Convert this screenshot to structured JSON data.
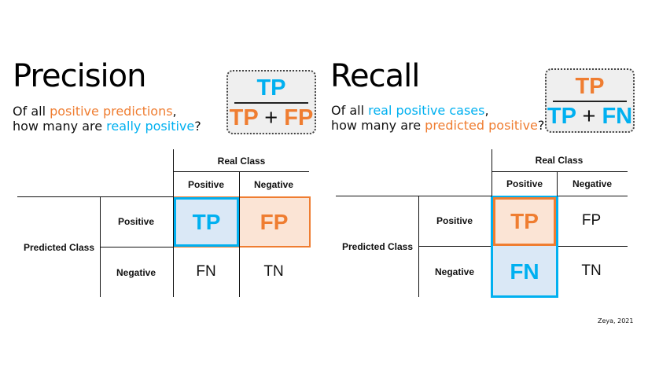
{
  "precision": {
    "title": "Precision",
    "question": {
      "l1_a": "Of all ",
      "l1_b": "positive predictions",
      "l1_c": ",",
      "l2_a": "how many are ",
      "l2_b": "really positive",
      "l2_c": "?"
    },
    "formula": {
      "numerator": "TP",
      "den_a": "TP",
      "plus": "+",
      "den_b": "FP"
    },
    "matrix": {
      "real_class": "Real Class",
      "predicted_class": "Predicted Class",
      "col_pos": "Positive",
      "col_neg": "Negative",
      "row_pos": "Positive",
      "row_neg": "Negative",
      "tp": "TP",
      "fp": "FP",
      "fn": "FN",
      "tn": "TN"
    }
  },
  "recall": {
    "title": "Recall",
    "question": {
      "l1_a": "Of all ",
      "l1_b": "real positive cases",
      "l1_c": ",",
      "l2_a": "how many are ",
      "l2_b": "predicted positive",
      "l2_c": "?"
    },
    "formula": {
      "numerator": "TP",
      "den_a": "TP",
      "plus": "+",
      "den_b": "FN"
    },
    "matrix": {
      "real_class": "Real Class",
      "predicted_class": "Predicted Class",
      "col_pos": "Positive",
      "col_neg": "Negative",
      "row_pos": "Positive",
      "row_neg": "Negative",
      "tp": "TP",
      "fp": "FP",
      "fn": "FN",
      "tn": "TN"
    }
  },
  "signature": "Zeya, 2021",
  "colors": {
    "blue": "#00b0f0",
    "orange": "#ef7d31",
    "blue_fill": "#dae8f6",
    "orange_fill": "#fbe4d5"
  }
}
